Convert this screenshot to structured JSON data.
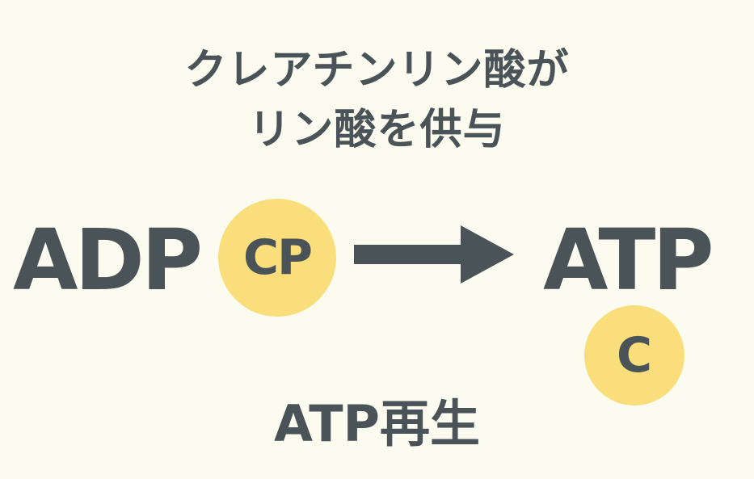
{
  "diagram": {
    "title_line_1": "クレアチンリン酸が",
    "title_line_2": "リン酸を供与",
    "reactant": "ADP",
    "donor_badge": "CP",
    "product": "ATP",
    "byproduct_badge": "C",
    "bottom_label": "ATP再生",
    "arrow": "right-arrow-icon"
  },
  "colors": {
    "background": "#FCFBEF",
    "text": "#4A5358",
    "badge_fill": "#F9DE7B",
    "arrow": "#4A5358"
  }
}
